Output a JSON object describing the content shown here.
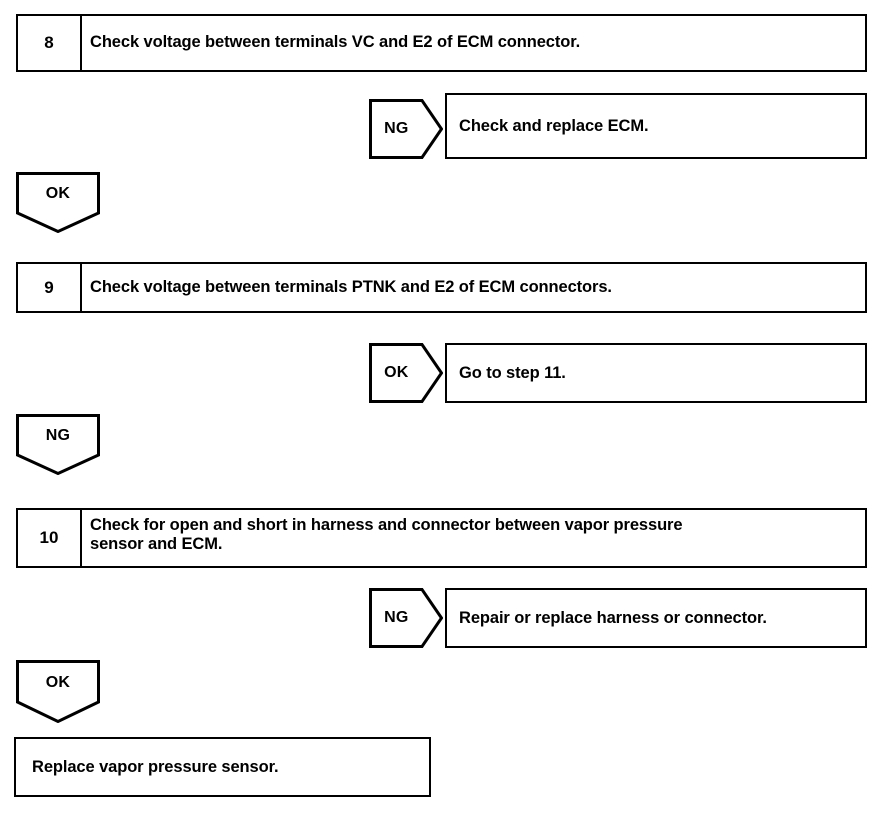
{
  "diagram": {
    "type": "troubleshooting-flowchart",
    "title": "",
    "colors": {
      "stroke": "#000000",
      "fill": "#ffffff",
      "text": "#000000"
    },
    "steps": [
      {
        "number": "8",
        "text": "Check voltage between terminals VC and E2 of ECM connector.",
        "branch": {
          "label": "NG",
          "result": "Check and replace ECM."
        },
        "continue": {
          "label": "OK"
        }
      },
      {
        "number": "9",
        "text": "Check voltage between terminals PTNK and E2 of ECM connectors.",
        "branch": {
          "label": "OK",
          "result": "Go to step 11."
        },
        "continue": {
          "label": "NG"
        }
      },
      {
        "number": "10",
        "text": "Check for open and short in harness and connector between vapor pressure sensor and ECM.",
        "text_line1": "Check for open and short in harness and connector between vapor pressure",
        "text_line2": "sensor and ECM.",
        "branch": {
          "label": "NG",
          "result": "Repair or replace harness or connector."
        },
        "continue": {
          "label": "OK"
        }
      }
    ],
    "final": {
      "text": "Replace vapor pressure sensor."
    }
  }
}
